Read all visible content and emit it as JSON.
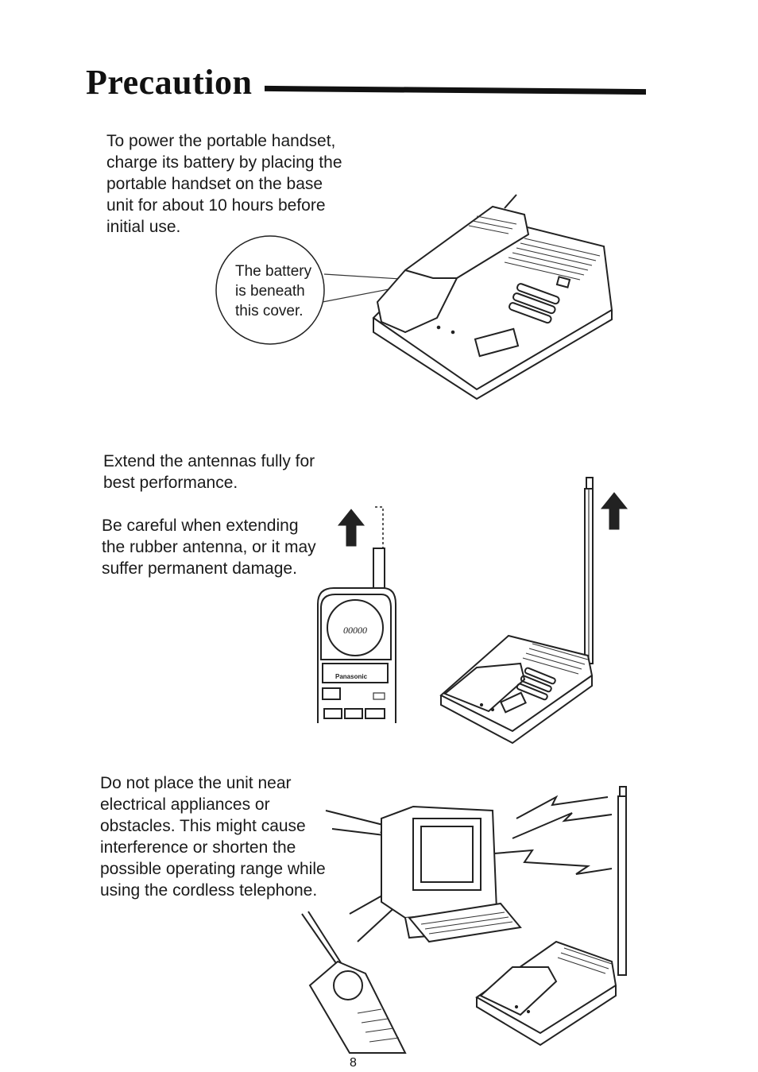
{
  "page": {
    "title": "Precaution",
    "page_number": "8"
  },
  "section1": {
    "text": "To power the portable handset,\ncharge its battery by placing the\nportable handset on the base\nunit for about 10 hours before\ninitial use.",
    "callout": "The battery\nis beneath\nthis cover."
  },
  "section2": {
    "text1": "Extend the antennas fully for\nbest performance.",
    "text2": "Be careful when extending\nthe rubber antenna, or it may\nsuffer permanent damage.",
    "handset_brand": "Panasonic"
  },
  "section3": {
    "text": "Do not place the unit near\nelectrical appliances or\nobstacles. This might cause\ninterference or shorten the\npossible operating range while\nusing the cordless telephone."
  },
  "icons": {
    "arrow": "up-arrow-icon",
    "interference": "lightning-bolt-icon"
  }
}
